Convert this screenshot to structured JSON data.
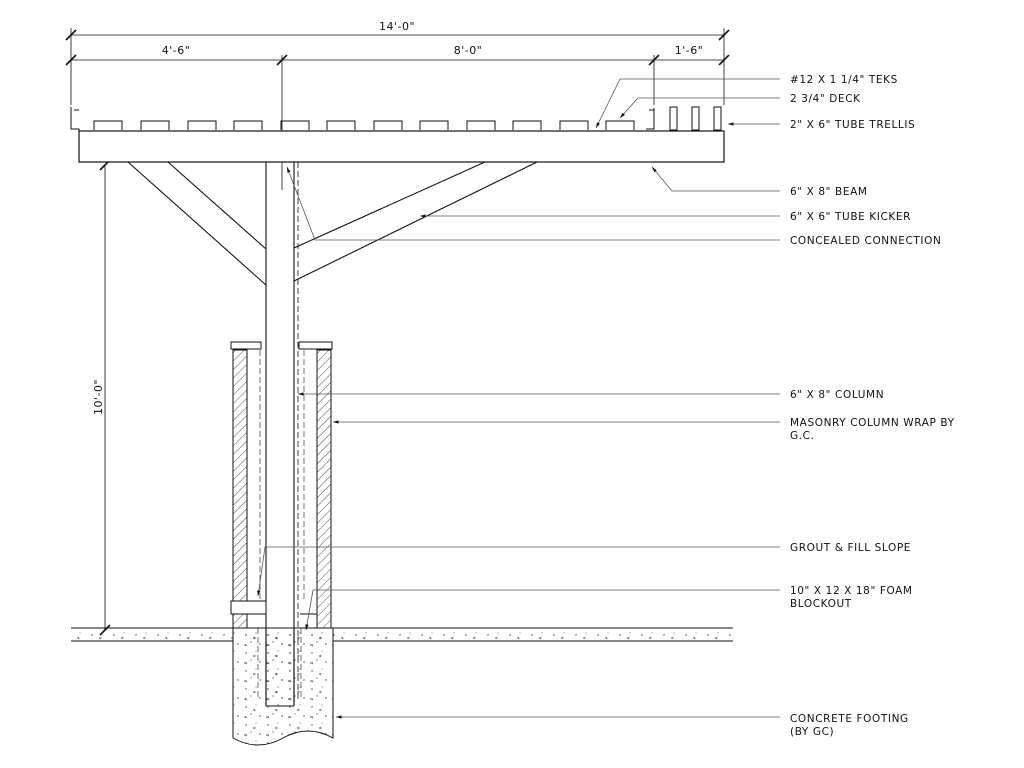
{
  "dimensions": {
    "overall_width": "14'-0\"",
    "segment_left": "4'-6\"",
    "segment_mid": "8'-0\"",
    "segment_right": "1'-6\"",
    "height": "10'-0\""
  },
  "labels": {
    "teks": "#12 X 1 1/4\" TEKS",
    "deck": "2 3/4\" DECK",
    "trellis": "2\" X 6\" TUBE TRELLIS",
    "beam": "6\" X 8\" BEAM",
    "kicker": "6\" X 6\" TUBE KICKER",
    "concealed": "CONCEALED CONNECTION",
    "column": "6\" X 8\" COLUMN",
    "masonry_line1": "MASONRY COLUMN WRAP BY",
    "masonry_line2": "G.C.",
    "grout": "GROUT & FILL SLOPE",
    "foam_line1": "10\" X 12 X 18\" FOAM",
    "foam_line2": "BLOCKOUT",
    "footing_line1": "CONCRETE FOOTING",
    "footing_line2": "(BY GC)"
  },
  "colors": {
    "line": "#111111",
    "leader": "#555555"
  }
}
